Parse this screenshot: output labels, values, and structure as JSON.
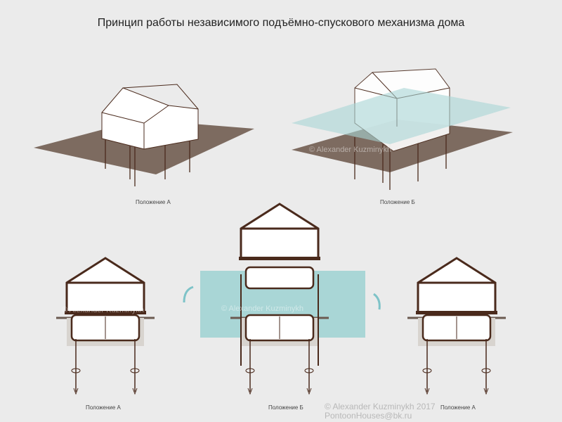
{
  "title": "Принцип работы независимого подъёмно-спускового механизма дома",
  "labels": {
    "top_left": "Положение А",
    "top_right": "Положение Б",
    "bottom_left": "Положение А",
    "bottom_center": "Положение Б",
    "bottom_right": "Положение А"
  },
  "watermark": "© Alexander Kuzminykh",
  "copyright": {
    "line1": "© Alexander Kuzminykh 2017",
    "line2": "PontoonHouses@bk.ru"
  },
  "colors": {
    "background": "#ebebeb",
    "ground": "#7d6b60",
    "water": "#a9d6d6",
    "house_outline": "#4a2a1c",
    "arrow": "#7ec3c8"
  }
}
